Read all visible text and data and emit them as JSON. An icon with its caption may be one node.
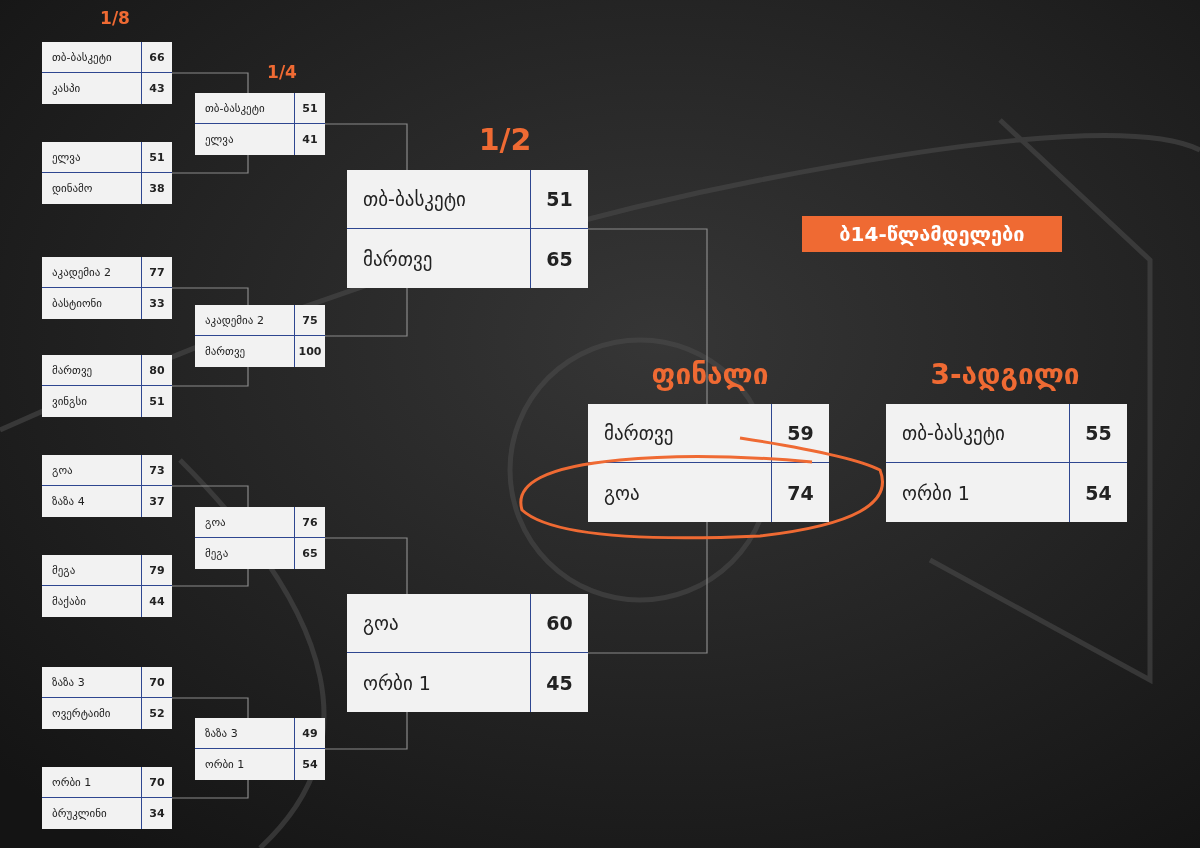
{
  "diagram": {
    "nodes": [
      {
        "text": [
          "თბ-ბასკეტი",
          "66",
          "კასპი",
          "43"
        ]
      },
      {
        "text": [
          "ელვა",
          "51",
          "დინამო",
          "38"
        ]
      },
      {
        "text": [
          "აკადემია 2",
          "77",
          "ბასტიონი",
          "33"
        ]
      },
      {
        "text": [
          "მართვე",
          "80",
          "ვინგსი",
          "51"
        ]
      },
      {
        "text": [
          "გოა",
          "73",
          "ზაზა 4",
          "37"
        ]
      },
      {
        "text": [
          "მეგა",
          "79",
          "მაქაბი",
          "44"
        ]
      },
      {
        "text": [
          "ზაზა 3",
          "70",
          "ოვერტაიმი",
          "52"
        ]
      },
      {
        "text": [
          "ორბი 1",
          "70",
          "ბრუკლინი",
          "34"
        ]
      },
      {
        "text": [
          "თბ-ბასკეტი",
          "51",
          "ელვა",
          "41"
        ]
      },
      {
        "text": [
          "აკადემია 2",
          "75",
          "მართვე",
          "100"
        ]
      },
      {
        "text": [
          "გოა",
          "76",
          "მეგა",
          "65"
        ]
      },
      {
        "text": [
          "ზაზა 3",
          "49",
          "ორბი 1",
          "54"
        ]
      },
      {
        "text": [
          "თბ-ბასკეტი",
          "51",
          "მართვე",
          "65"
        ]
      },
      {
        "text": [
          "გოა",
          "60",
          "ორბი 1",
          "45"
        ]
      },
      {
        "text": [
          "მართვე",
          "59",
          "გოა",
          "74"
        ]
      },
      {
        "text": [
          "თბ-ბასკეტი",
          "55",
          "ორბი 1",
          "54"
        ]
      },
      {
        "text": [
          "ბ14-წლამდელები"
        ]
      }
    ],
    "edges": [
      {
        "from": 0,
        "to": 8,
        "arrow": "none"
      },
      {
        "from": 1,
        "to": 8,
        "arrow": "none"
      },
      {
        "from": 2,
        "to": 9,
        "arrow": "none"
      },
      {
        "from": 3,
        "to": 9,
        "arrow": "none"
      },
      {
        "from": 4,
        "to": 10,
        "arrow": "none"
      },
      {
        "from": 5,
        "to": 10,
        "arrow": "none"
      },
      {
        "from": 6,
        "to": 11,
        "arrow": "none"
      },
      {
        "from": 7,
        "to": 11,
        "arrow": "none"
      },
      {
        "from": 8,
        "to": 12,
        "arrow": "none"
      },
      {
        "from": 9,
        "to": 12,
        "arrow": "none"
      },
      {
        "from": 10,
        "to": 13,
        "arrow": "none"
      },
      {
        "from": 11,
        "to": 13,
        "arrow": "none"
      },
      {
        "from": 12,
        "to": 14,
        "arrow": "none"
      },
      {
        "from": 13,
        "to": 14,
        "arrow": "none"
      }
    ],
    "labels": [
      "1/8",
      "1/4",
      "1/2",
      "ფინალი",
      "3-ადგილი"
    ]
  }
}
